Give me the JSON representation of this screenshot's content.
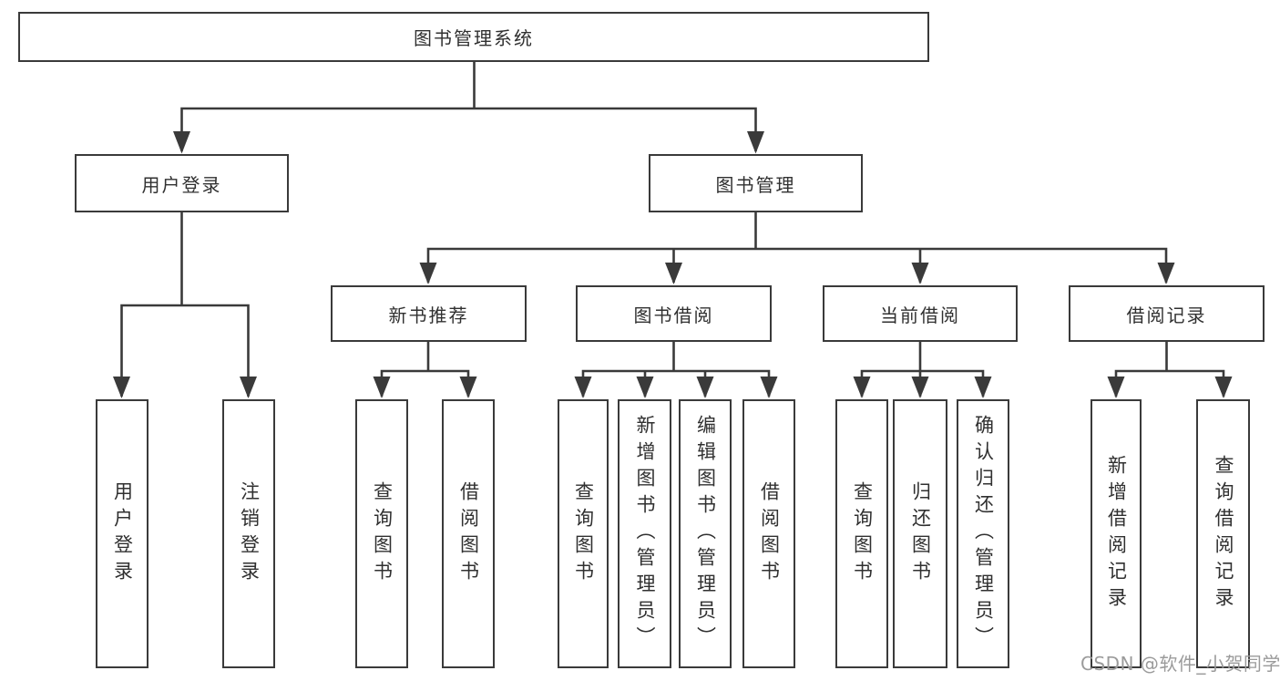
{
  "colors": {
    "line": "#3a3a3a",
    "text": "#303030",
    "box-fill": "#ffffff",
    "watermark": "#9b9b9b"
  },
  "tree": {
    "label": "图书管理系统",
    "children": [
      {
        "label": "用户登录",
        "children": [
          {
            "label": "用户登录"
          },
          {
            "label": "注销登录"
          }
        ]
      },
      {
        "label": "图书管理",
        "children": [
          {
            "label": "新书推荐",
            "children": [
              {
                "label": "查询图书"
              },
              {
                "label": "借阅图书"
              }
            ]
          },
          {
            "label": "图书借阅",
            "children": [
              {
                "label": "查询图书"
              },
              {
                "label": "新增图书（管理员）"
              },
              {
                "label": "编辑图书（管理员）"
              },
              {
                "label": "借阅图书"
              }
            ]
          },
          {
            "label": "当前借阅",
            "children": [
              {
                "label": "查询图书"
              },
              {
                "label": "归还图书"
              },
              {
                "label": "确认归还（管理员）"
              }
            ]
          },
          {
            "label": "借阅记录",
            "children": [
              {
                "label": "新增借阅记录"
              },
              {
                "label": "查询借阅记录"
              }
            ]
          }
        ]
      }
    ]
  },
  "watermark": {
    "text": "CSDN @软件_小贺同学"
  }
}
